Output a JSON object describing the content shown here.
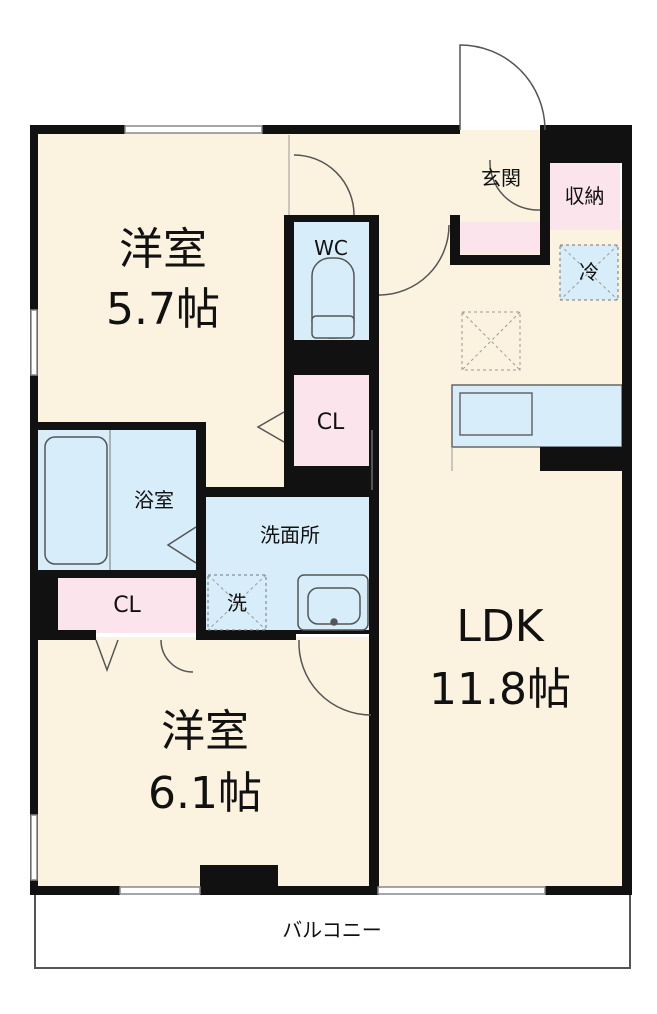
{
  "rooms": {
    "western1": {
      "name": "洋室",
      "size": "5.7帖"
    },
    "western2": {
      "name": "洋室",
      "size": "6.1帖"
    },
    "ldk": {
      "name": "LDK",
      "size": "11.8帖"
    }
  },
  "labels": {
    "wc": "WC",
    "cl1": "CL",
    "cl2": "CL",
    "bath": "浴室",
    "washroom": "洗面所",
    "washer": "洗",
    "entrance": "玄関",
    "storage": "収納",
    "fridge": "冷",
    "balcony": "バルコニー"
  },
  "colors": {
    "floor": "#fbf3df",
    "wet": "#d7eefa",
    "closet": "#fbe4ec",
    "wall": "#111111"
  }
}
